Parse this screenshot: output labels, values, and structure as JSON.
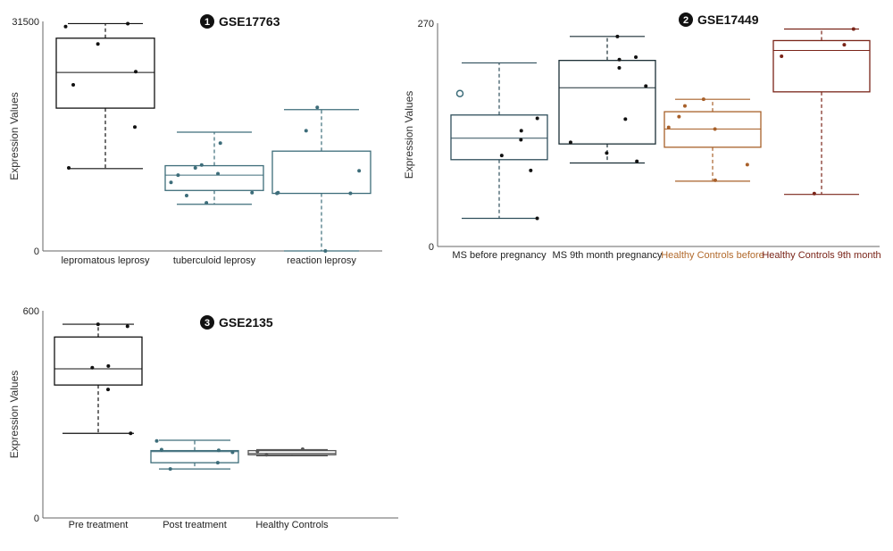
{
  "chart_data": [
    {
      "type": "box",
      "badge": "1",
      "title": "GSE17763",
      "ylabel": "Expression Values",
      "yticks": [
        "0",
        "31500"
      ],
      "ylim": [
        0,
        31500
      ],
      "categories": [
        {
          "name": "lepromatous leprosy",
          "color": "#111111",
          "labelColor": "#222222",
          "whisker_low": 11300,
          "q1": 19600,
          "median": 24500,
          "q3": 29200,
          "whisker_high": 31200,
          "points": [
            31200,
            30800,
            28400,
            24600,
            22800,
            17000,
            11400
          ]
        },
        {
          "name": "tuberculoid leprosy",
          "color": "#3d6d7a",
          "labelColor": "#222222",
          "whisker_low": 6400,
          "q1": 8300,
          "median": 10400,
          "q3": 11700,
          "whisker_high": 16300,
          "points": [
            14800,
            11800,
            11400,
            10600,
            10400,
            9400,
            8000,
            7600,
            6600
          ]
        },
        {
          "name": "reaction leprosy",
          "color": "#3d6d7a",
          "labelColor": "#222222",
          "whisker_low": 0,
          "q1": 7900,
          "median": 7900,
          "q3": 13700,
          "whisker_high": 19400,
          "points": [
            19700,
            16500,
            11000,
            8000,
            7900,
            7900,
            0
          ]
        }
      ]
    },
    {
      "type": "box",
      "badge": "2",
      "title": "GSE17449",
      "ylabel": "Expression Values",
      "yticks": [
        "0",
        "270"
      ],
      "ylim": [
        0,
        270
      ],
      "categories": [
        {
          "name": "MS before pregnancy",
          "color": "#2f4f5c",
          "labelColor": "#222222",
          "whisker_low": 34,
          "q1": 105,
          "median": 131,
          "q3": 159,
          "whisker_high": 222,
          "points": [
            185,
            155,
            140,
            129,
            110,
            92,
            34
          ],
          "outliers": [
            185
          ]
        },
        {
          "name": "MS 9th month pregnancy",
          "color": "#1a2e35",
          "labelColor": "#222222",
          "whisker_low": 101,
          "q1": 124,
          "median": 192,
          "q3": 225,
          "whisker_high": 254,
          "points": [
            254,
            229,
            226,
            216,
            194,
            154,
            126,
            113,
            103
          ]
        },
        {
          "name": "Healthy Controls before",
          "color": "#a8602a",
          "labelColor": "#b26a2c",
          "whisker_low": 79,
          "q1": 120,
          "median": 142,
          "q3": 163,
          "whisker_high": 178,
          "points": [
            178,
            170,
            157,
            144,
            142,
            99,
            80
          ]
        },
        {
          "name": "Healthy Controls 9th month",
          "color": "#7a2418",
          "labelColor": "#7a2418",
          "whisker_low": 63,
          "q1": 187,
          "median": 237,
          "q3": 249,
          "whisker_high": 263,
          "points": [
            263,
            244,
            230,
            64
          ]
        }
      ]
    },
    {
      "type": "box",
      "badge": "3",
      "title": "GSE2135",
      "ylabel": "Expression Values",
      "yticks": [
        "0",
        "600"
      ],
      "ylim": [
        0,
        600
      ],
      "categories": [
        {
          "name": "Pre treatment",
          "color": "#111111",
          "labelColor": "#222222",
          "whisker_low": 245,
          "q1": 385,
          "median": 432,
          "q3": 524,
          "whisker_high": 561,
          "points": [
            555,
            561,
            440,
            435,
            372,
            245
          ]
        },
        {
          "name": "Post treatment",
          "color": "#3d6d7a",
          "labelColor": "#222222",
          "whisker_low": 142,
          "q1": 160,
          "median": 192,
          "q3": 195,
          "whisker_high": 225,
          "points": [
            223,
            198,
            196,
            190,
            160,
            142
          ]
        },
        {
          "name": "Healthy Controls",
          "color": "#555555",
          "labelColor": "#222222",
          "whisker_low": 180,
          "q1": 183,
          "median": 187,
          "q3": 195,
          "whisker_high": 198,
          "points": [
            199,
            193,
            183
          ]
        }
      ]
    }
  ]
}
